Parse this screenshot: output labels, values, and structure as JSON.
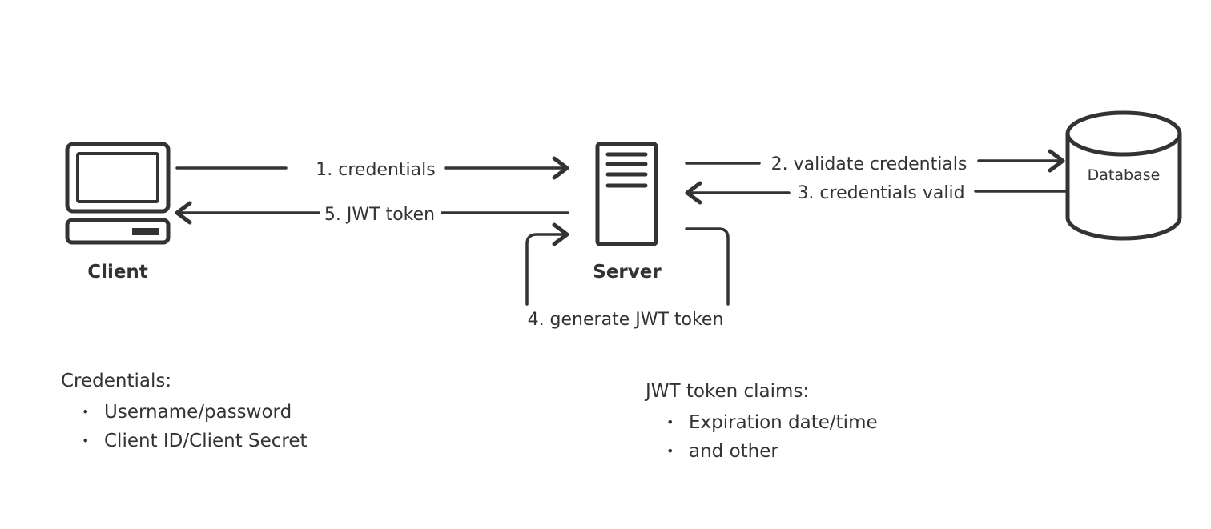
{
  "nodes": {
    "client": "Client",
    "server": "Server",
    "database": "Database"
  },
  "steps": {
    "step1": "1. credentials",
    "step2": "2. validate credentials",
    "step3": "3. credentials valid",
    "step4": "4. generate JWT token",
    "step5": "5. JWT token"
  },
  "notes": {
    "credentials": {
      "title": "Credentials:",
      "items": [
        "Username/password",
        "Client ID/Client Secret"
      ]
    },
    "jwt": {
      "title": "JWT token claims:",
      "items": [
        "Expiration date/time",
        "and other"
      ]
    }
  },
  "colors": {
    "ink": "#333333",
    "background": "#ffffff"
  }
}
